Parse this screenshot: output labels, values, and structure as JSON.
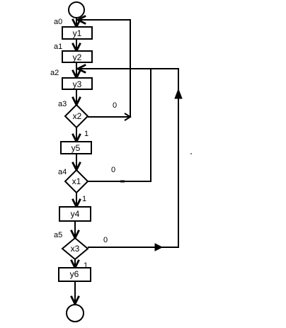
{
  "diagram": {
    "line_color": "#000000",
    "background": "#ffffff",
    "operators": [
      "y1",
      "y2",
      "y3",
      "y5",
      "y4",
      "y6"
    ],
    "conditions": [
      "x2",
      "x1",
      "x3"
    ],
    "states": [
      "a0",
      "a1",
      "a2",
      "a3",
      "a4",
      "a5"
    ],
    "branch_labels": {
      "x2_false": "0",
      "x2_true": "1",
      "x1_false": "0",
      "x1_true": "1",
      "x3_false": "0",
      "x3_true": "1"
    }
  }
}
